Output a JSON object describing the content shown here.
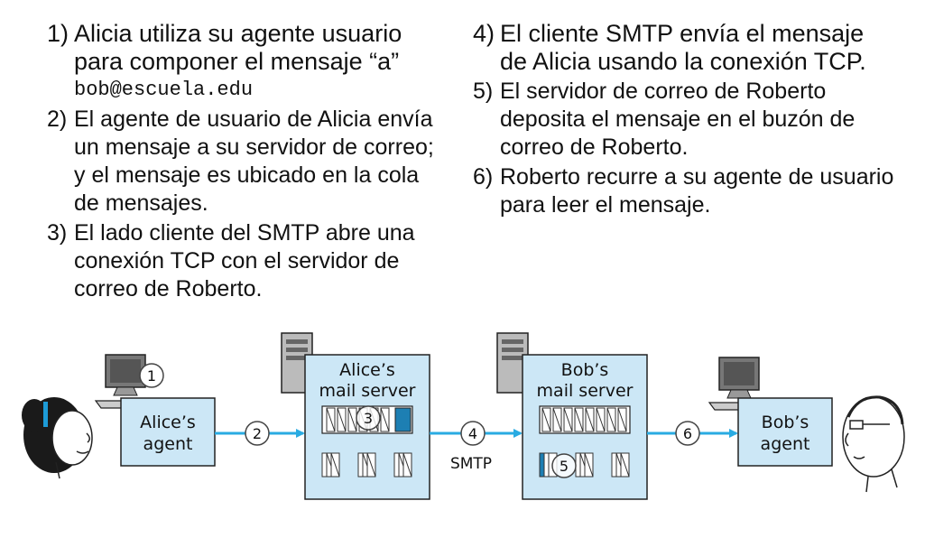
{
  "steps_left": [
    {
      "num": "1)",
      "text": "Alicia utiliza su agente usuario para componer el mensaje “a”",
      "extra": "bob@escuela.edu"
    },
    {
      "num": "2)",
      "text": "El agente de usuario de Alicia envía un mensaje a su servidor de correo; y el mensaje es ubicado en la cola de mensajes."
    },
    {
      "num": "3)",
      "text": "El lado cliente del SMTP abre una conexión TCP con el servidor de correo de Roberto."
    }
  ],
  "steps_right": [
    {
      "num": "4)",
      "text": "El cliente SMTP envía el mensaje de Alicia usando la conexión TCP."
    },
    {
      "num": "5)",
      "text": "El servidor de correo de Roberto deposita el mensaje en el buzón de correo de Roberto."
    },
    {
      "num": "6)",
      "text": "Roberto recurre a su agente de usuario para leer el mensaje."
    }
  ],
  "diagram": {
    "alice_agent": {
      "line1": "Alice’s",
      "line2": "agent"
    },
    "alice_server": {
      "line1": "Alice’s",
      "line2": "mail server"
    },
    "bob_server": {
      "line1": "Bob’s",
      "line2": "mail server"
    },
    "bob_agent": {
      "line1": "Bob’s",
      "line2": "agent"
    },
    "step_markers": [
      "1",
      "2",
      "3",
      "4",
      "5",
      "6"
    ],
    "protocol_label": "SMTP"
  },
  "colors": {
    "box_fill": "#cce7f6",
    "box_stroke": "#222222",
    "arrow": "#29abe2",
    "hair_tie": "#1d9bd7"
  }
}
